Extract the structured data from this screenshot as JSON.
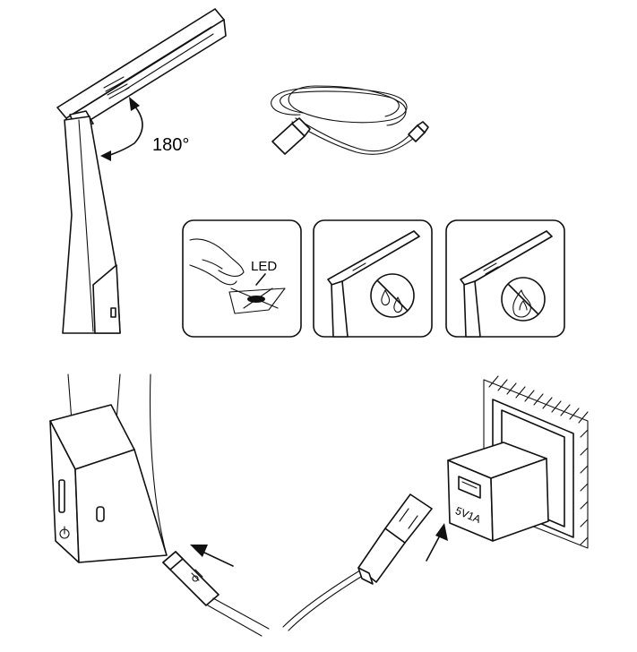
{
  "labels": {
    "angle": "180°",
    "led": "LED",
    "adapter": "5V1A"
  }
}
